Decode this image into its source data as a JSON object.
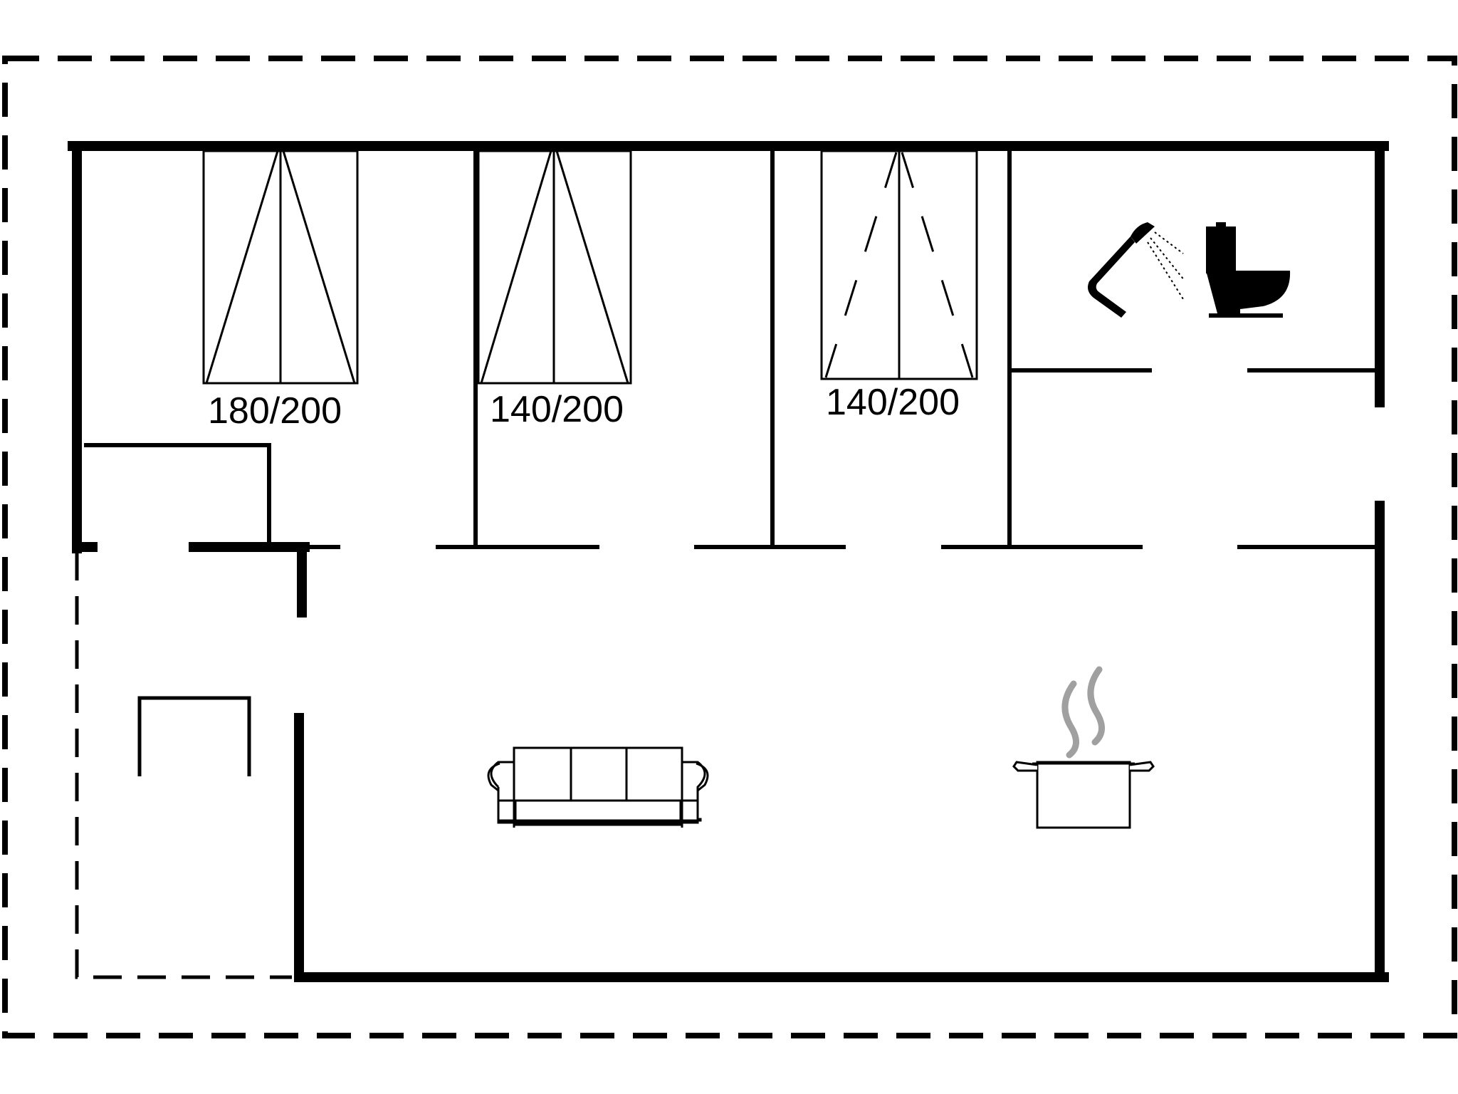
{
  "rooms": {
    "bedroom_1": {
      "bed_label": "180/200"
    },
    "bedroom_2": {
      "bed_label": "140/200"
    },
    "bedroom_3": {
      "bed_label": "140/200"
    }
  },
  "icons": {
    "shower": "shower-icon",
    "toilet": "toilet-icon",
    "sofa": "sofa-icon",
    "kitchen": "cooking-pot-icon"
  },
  "colors": {
    "line": "#000000",
    "steam": "#a0a0a0",
    "background": "#ffffff"
  }
}
